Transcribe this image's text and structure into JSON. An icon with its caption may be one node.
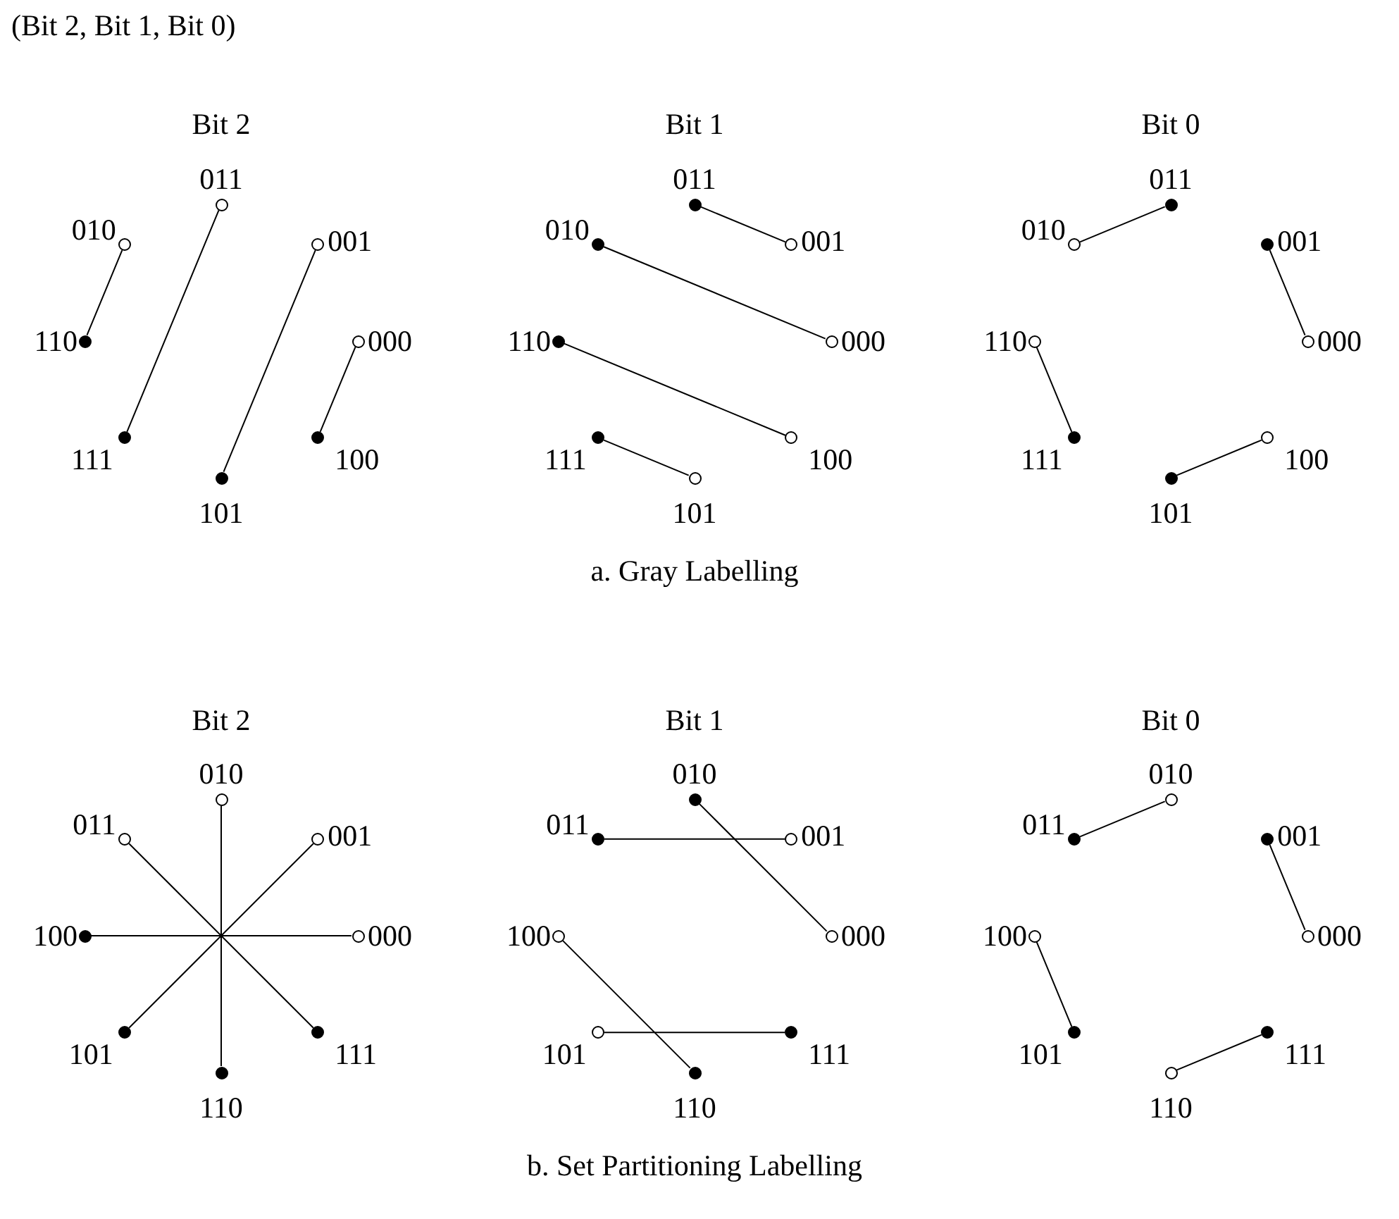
{
  "diagram": {
    "nodes": [
      {
        "text": [],
        "shape": "circle",
        "beside": [
          "011"
        ]
      },
      {
        "text": [],
        "shape": "circle",
        "beside": [
          "010"
        ]
      },
      {
        "text": [],
        "shape": "circle",
        "beside": [
          "001"
        ]
      },
      {
        "text": [],
        "shape": "dot",
        "beside": [
          "110"
        ]
      },
      {
        "text": [],
        "shape": "circle",
        "beside": [
          "000"
        ]
      },
      {
        "text": [],
        "shape": "dot",
        "beside": [
          "111"
        ]
      },
      {
        "text": [],
        "shape": "dot",
        "beside": [
          "100"
        ]
      },
      {
        "text": [],
        "shape": "dot",
        "beside": [
          "101"
        ]
      },
      {
        "text": [],
        "shape": "dot",
        "beside": [
          "011"
        ]
      },
      {
        "text": [],
        "shape": "dot",
        "beside": [
          "010"
        ]
      },
      {
        "text": [],
        "shape": "circle",
        "beside": [
          "001"
        ]
      },
      {
        "text": [],
        "shape": "dot",
        "beside": [
          "110"
        ]
      },
      {
        "text": [],
        "shape": "circle",
        "beside": [
          "000"
        ]
      },
      {
        "text": [],
        "shape": "dot",
        "beside": [
          "111"
        ]
      },
      {
        "text": [],
        "shape": "circle",
        "beside": [
          "100"
        ]
      },
      {
        "text": [],
        "shape": "circle",
        "beside": [
          "101"
        ]
      },
      {
        "text": [],
        "shape": "dot",
        "beside": [
          "011"
        ]
      },
      {
        "text": [],
        "shape": "circle",
        "beside": [
          "010"
        ]
      },
      {
        "text": [],
        "shape": "dot",
        "beside": [
          "001"
        ]
      },
      {
        "text": [],
        "shape": "circle",
        "beside": [
          "110"
        ]
      },
      {
        "text": [],
        "shape": "circle",
        "beside": [
          "000"
        ]
      },
      {
        "text": [],
        "shape": "dot",
        "beside": [
          "111"
        ]
      },
      {
        "text": [],
        "shape": "circle",
        "beside": [
          "100"
        ]
      },
      {
        "text": [],
        "shape": "dot",
        "beside": [
          "101"
        ]
      },
      {
        "text": [],
        "shape": "circle",
        "beside": [
          "010"
        ]
      },
      {
        "text": [],
        "shape": "circle",
        "beside": [
          "011"
        ]
      },
      {
        "text": [],
        "shape": "circle",
        "beside": [
          "001"
        ]
      },
      {
        "text": [],
        "shape": "dot",
        "beside": [
          "100"
        ]
      },
      {
        "text": [],
        "shape": "circle",
        "beside": [
          "000"
        ]
      },
      {
        "text": [],
        "shape": "dot",
        "beside": [
          "101"
        ]
      },
      {
        "text": [],
        "shape": "dot",
        "beside": [
          "111"
        ]
      },
      {
        "text": [],
        "shape": "dot",
        "beside": [
          "110"
        ]
      },
      {
        "text": [],
        "shape": "dot",
        "beside": [
          "010"
        ]
      },
      {
        "text": [],
        "shape": "dot",
        "beside": [
          "011"
        ]
      },
      {
        "text": [],
        "shape": "circle",
        "beside": [
          "001"
        ]
      },
      {
        "text": [],
        "shape": "circle",
        "beside": [
          "100"
        ]
      },
      {
        "text": [],
        "shape": "circle",
        "beside": [
          "000"
        ]
      },
      {
        "text": [],
        "shape": "circle",
        "beside": [
          "101"
        ]
      },
      {
        "text": [],
        "shape": "dot",
        "beside": [
          "111"
        ]
      },
      {
        "text": [],
        "shape": "dot",
        "beside": [
          "110"
        ]
      },
      {
        "text": [],
        "shape": "circle",
        "beside": [
          "010"
        ]
      },
      {
        "text": [],
        "shape": "dot",
        "beside": [
          "011"
        ]
      },
      {
        "text": [],
        "shape": "dot",
        "beside": [
          "001"
        ]
      },
      {
        "text": [],
        "shape": "circle",
        "beside": [
          "100"
        ]
      },
      {
        "text": [],
        "shape": "circle",
        "beside": [
          "000"
        ]
      },
      {
        "text": [],
        "shape": "dot",
        "beside": [
          "101"
        ]
      },
      {
        "text": [],
        "shape": "dot",
        "beside": [
          "111"
        ]
      },
      {
        "text": [],
        "shape": "circle",
        "beside": [
          "110"
        ]
      }
    ],
    "edges": [
      {
        "from": 1,
        "to": 3,
        "arrow": "none"
      },
      {
        "from": 0,
        "to": 5,
        "arrow": "none"
      },
      {
        "from": 2,
        "to": 7,
        "arrow": "none"
      },
      {
        "from": 4,
        "to": 6,
        "arrow": "none"
      },
      {
        "from": 8,
        "to": 10,
        "arrow": "none"
      },
      {
        "from": 9,
        "to": 12,
        "arrow": "none"
      },
      {
        "from": 11,
        "to": 14,
        "arrow": "none"
      },
      {
        "from": 13,
        "to": 15,
        "arrow": "none"
      },
      {
        "from": 17,
        "to": 16,
        "arrow": "none"
      },
      {
        "from": 18,
        "to": 20,
        "arrow": "none"
      },
      {
        "from": 19,
        "to": 21,
        "arrow": "none"
      },
      {
        "from": 23,
        "to": 22,
        "arrow": "none"
      },
      {
        "from": 25,
        "to": 30,
        "arrow": "none"
      },
      {
        "from": 24,
        "to": 31,
        "arrow": "none"
      },
      {
        "from": 26,
        "to": 29,
        "arrow": "none"
      },
      {
        "from": 27,
        "to": 28,
        "arrow": "none"
      },
      {
        "from": 33,
        "to": 34,
        "arrow": "none"
      },
      {
        "from": 32,
        "to": 36,
        "arrow": "none"
      },
      {
        "from": 35,
        "to": 39,
        "arrow": "none"
      },
      {
        "from": 37,
        "to": 38,
        "arrow": "none"
      },
      {
        "from": 41,
        "to": 40,
        "arrow": "none"
      },
      {
        "from": 42,
        "to": 44,
        "arrow": "none"
      },
      {
        "from": 43,
        "to": 45,
        "arrow": "none"
      },
      {
        "from": 47,
        "to": 46,
        "arrow": "none"
      }
    ],
    "labels": [
      "(Bit 2, Bit 1, Bit 0)",
      "Bit 2",
      "Bit 1",
      "Bit 0",
      "a. Gray Labelling",
      "Bit 2",
      "Bit 1",
      "Bit 0",
      "b. Set Partitioning Labelling"
    ]
  }
}
